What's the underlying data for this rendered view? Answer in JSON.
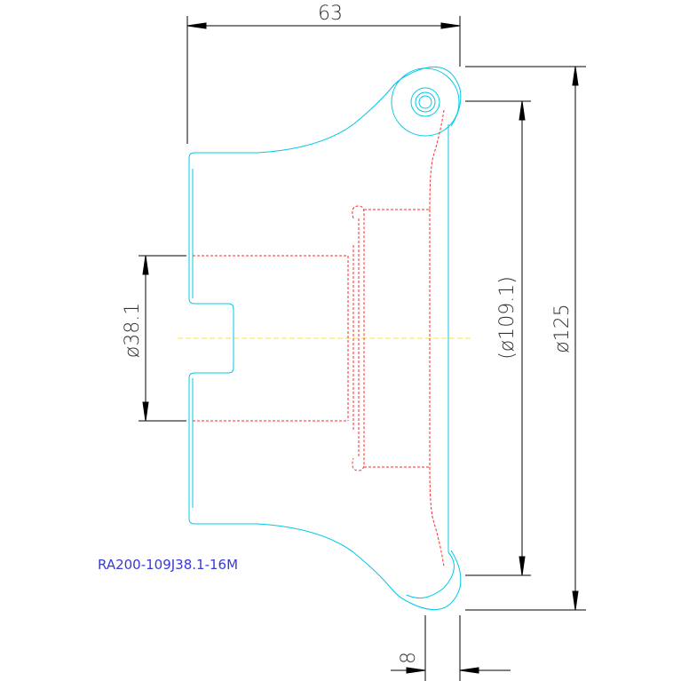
{
  "drawing": {
    "part_number": "RA200-109J38.1-16M",
    "dimensions": {
      "width_top": "63",
      "diameter_bore": "ø38.1",
      "diameter_reference": "(ø109.1)",
      "diameter_outer": "ø125",
      "thickness": "8"
    }
  },
  "colors": {
    "outline": "#00c8e6",
    "hidden": "#ff2a2a",
    "centerline": "#ffe23a",
    "dimension": "#000000",
    "part_text": "#3a3ad6"
  }
}
